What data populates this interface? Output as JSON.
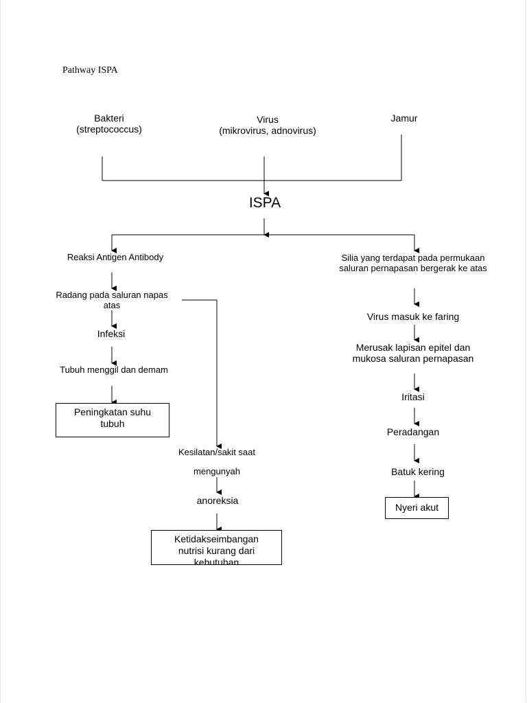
{
  "title": "Pathway ISPA",
  "causes": {
    "bakteri": {
      "line1": "Bakteri",
      "line2": "(streptococcus)"
    },
    "virus": {
      "line1": "Virus",
      "line2": "(mikrovirus, adnovirus)"
    },
    "jamur": {
      "line1": "Jamur"
    }
  },
  "center": "ISPA",
  "left_branch": {
    "reaksi": "Reaksi Antigen Antibody",
    "radang_line1": "Radang pada saluran napas",
    "radang_line2": "atas",
    "infeksi": "Infeksi",
    "menggil": "Tubuh menggil dan demam",
    "suhu_line1": "Peningkatan suhu",
    "suhu_line2": "tubuh"
  },
  "middle_branch": {
    "kesilatan": "Kesilatan/sakit saat",
    "mengunyah": "mengunyah",
    "anoreksia": "anoreksia",
    "nutrisi_line1": "Ketidakseimbangan",
    "nutrisi_line2": "nutrisi kurang dari",
    "nutrisi_line3": "kebutuhan"
  },
  "right_branch": {
    "silia_line1": "Silia yang terdapat pada permukaan",
    "silia_line2": "saluran pernapasan bergerak ke atas",
    "faring": "Virus masuk ke faring",
    "epitel_line1": "Merusak lapisan epitel dan",
    "epitel_line2": "mukosa saluran pernapasan",
    "iritasi": "Iritasi",
    "peradangan": "Peradangan",
    "batuk": "Batuk kering",
    "nyeri": "Nyeri akut"
  }
}
